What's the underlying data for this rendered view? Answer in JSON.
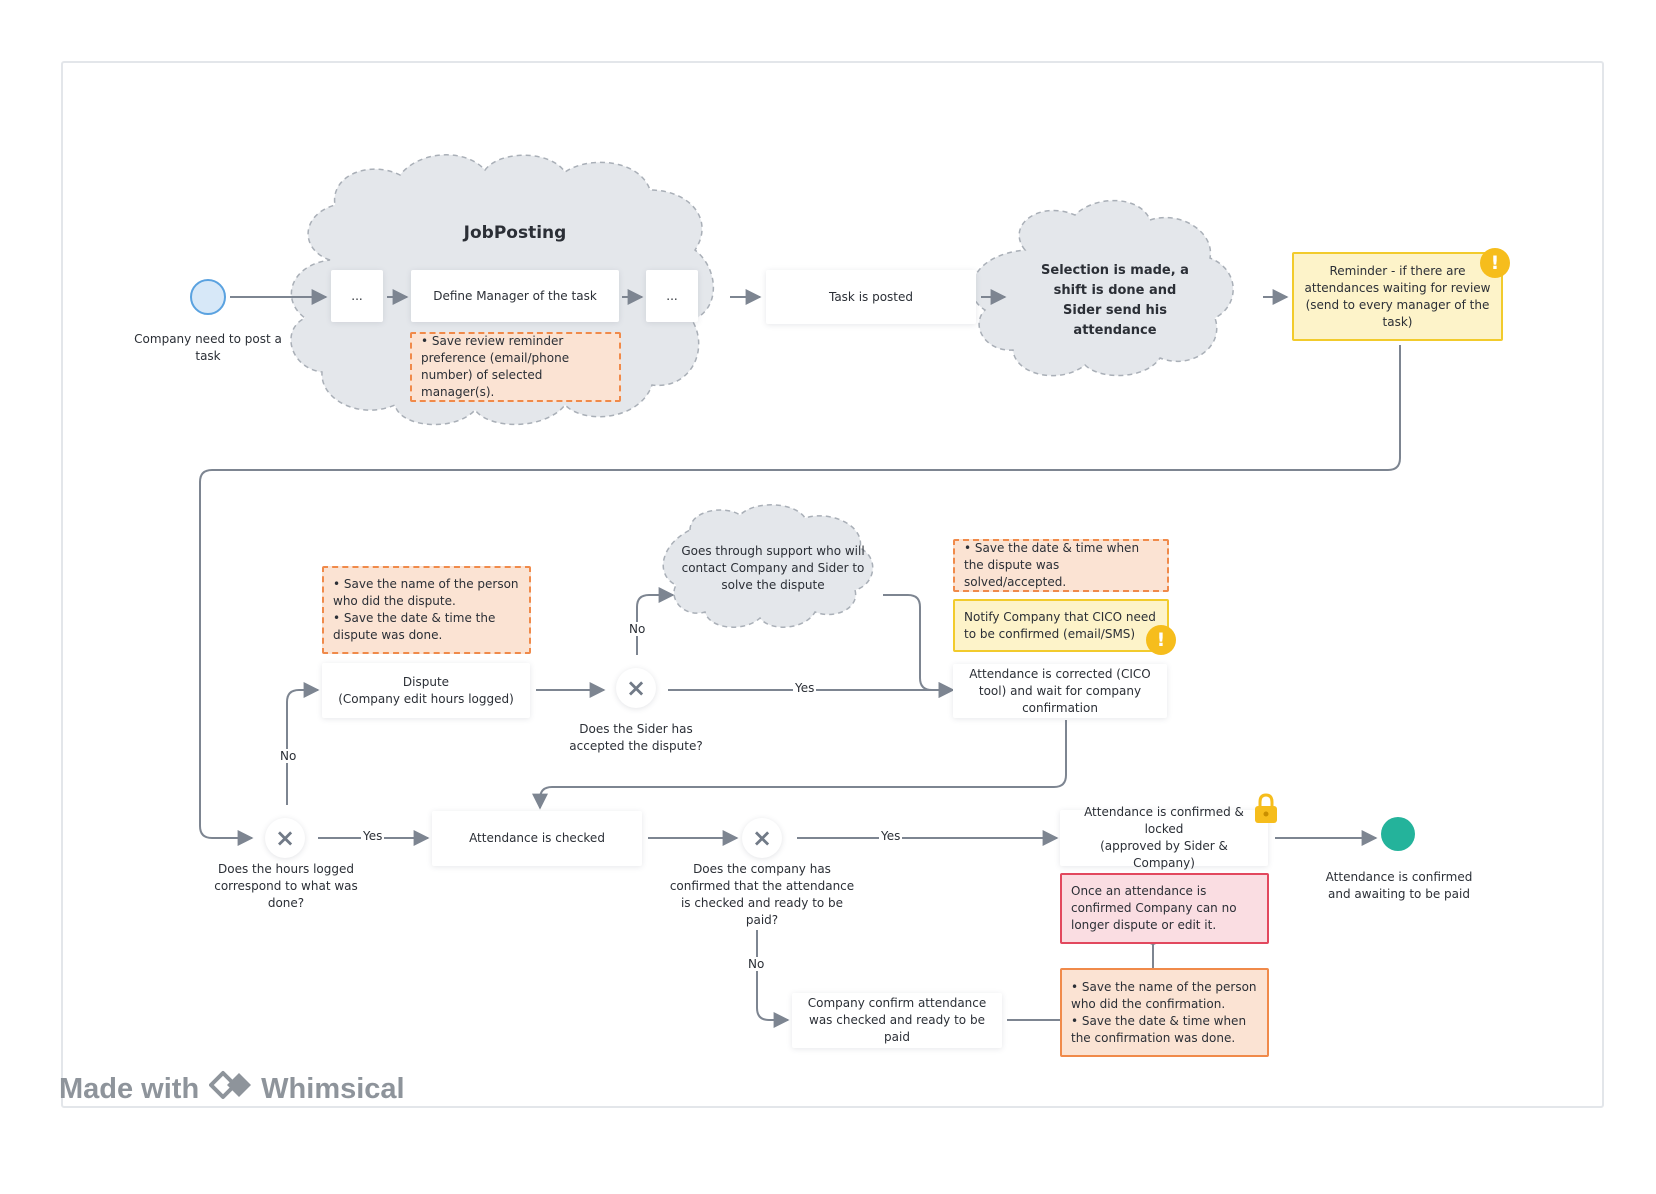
{
  "colors": {
    "cloud_fill": "#e4e7eb",
    "cloud_stroke": "#a9afb7",
    "arrow": "#7d8591",
    "start_fill": "#d7e8f8",
    "start_stroke": "#5aa2e0",
    "end_fill": "#24b39b",
    "note_orange": "#fbe3d3",
    "note_yellow": "#fdf3c9",
    "note_red": "#fadde2",
    "alert": "#f6bd1c"
  },
  "start": {
    "label": "Company need to post a task"
  },
  "jobposting": {
    "title": "JobPosting",
    "step1": "...",
    "step2": "Define Manager of the task",
    "step3": "...",
    "note": "• Save review reminder preference (email/phone number) of selected manager(s)."
  },
  "task_posted": "Task is posted",
  "selection": "Selection is made, a shift is done and Sider send his attendance",
  "reminder": {
    "text": "Reminder - if there are attendances waiting for review (send to every manager of the task)",
    "icon": "alert-icon"
  },
  "dispute_note": {
    "line1": "• Save the name of the person who did the dispute.",
    "line2": "• Save the date & time the dispute was done."
  },
  "dispute": "Dispute\n(Company edit hours logged)",
  "support_cloud": "Goes through support who will contact Company and Sider to solve the dispute",
  "gateway_sider": {
    "symbol": "×",
    "question": "Does the Sider has accepted the dispute?"
  },
  "solved_note": "• Save the date & time when the dispute was solved/accepted.",
  "notify_note": {
    "text": "Notify Company that CICO need to be confirmed (email/SMS)",
    "icon": "alert-icon"
  },
  "corrected": "Attendance is corrected (CICO tool) and wait for company confirmation",
  "gateway_hours": {
    "symbol": "×",
    "question": "Does the hours logged correspond to what was done?"
  },
  "checked": "Attendance is checked",
  "gateway_company": {
    "symbol": "×",
    "question": "Does the company has confirmed that the attendance is checked and ready to be paid?"
  },
  "confirmed_locked": {
    "line1": "Attendance is confirmed & locked",
    "line2": "(approved by Sider & Company)",
    "icon": "lock-icon"
  },
  "locked_note": "Once an attendance is confirmed Company can no longer dispute or edit it.",
  "confirm_note": {
    "line1": "• Save the name of the person who did the confirmation.",
    "line2": "• Save the date & time when the confirmation was done."
  },
  "company_confirm": "Company confirm attendance was checked and ready to be paid",
  "end": {
    "label": "Attendance is confirmed and awaiting to be paid"
  },
  "edge_labels": {
    "yes": "Yes",
    "no": "No"
  },
  "footer": {
    "made_with": "Made with",
    "brand": "Whimsical",
    "icon": "whimsical-logo-icon"
  }
}
